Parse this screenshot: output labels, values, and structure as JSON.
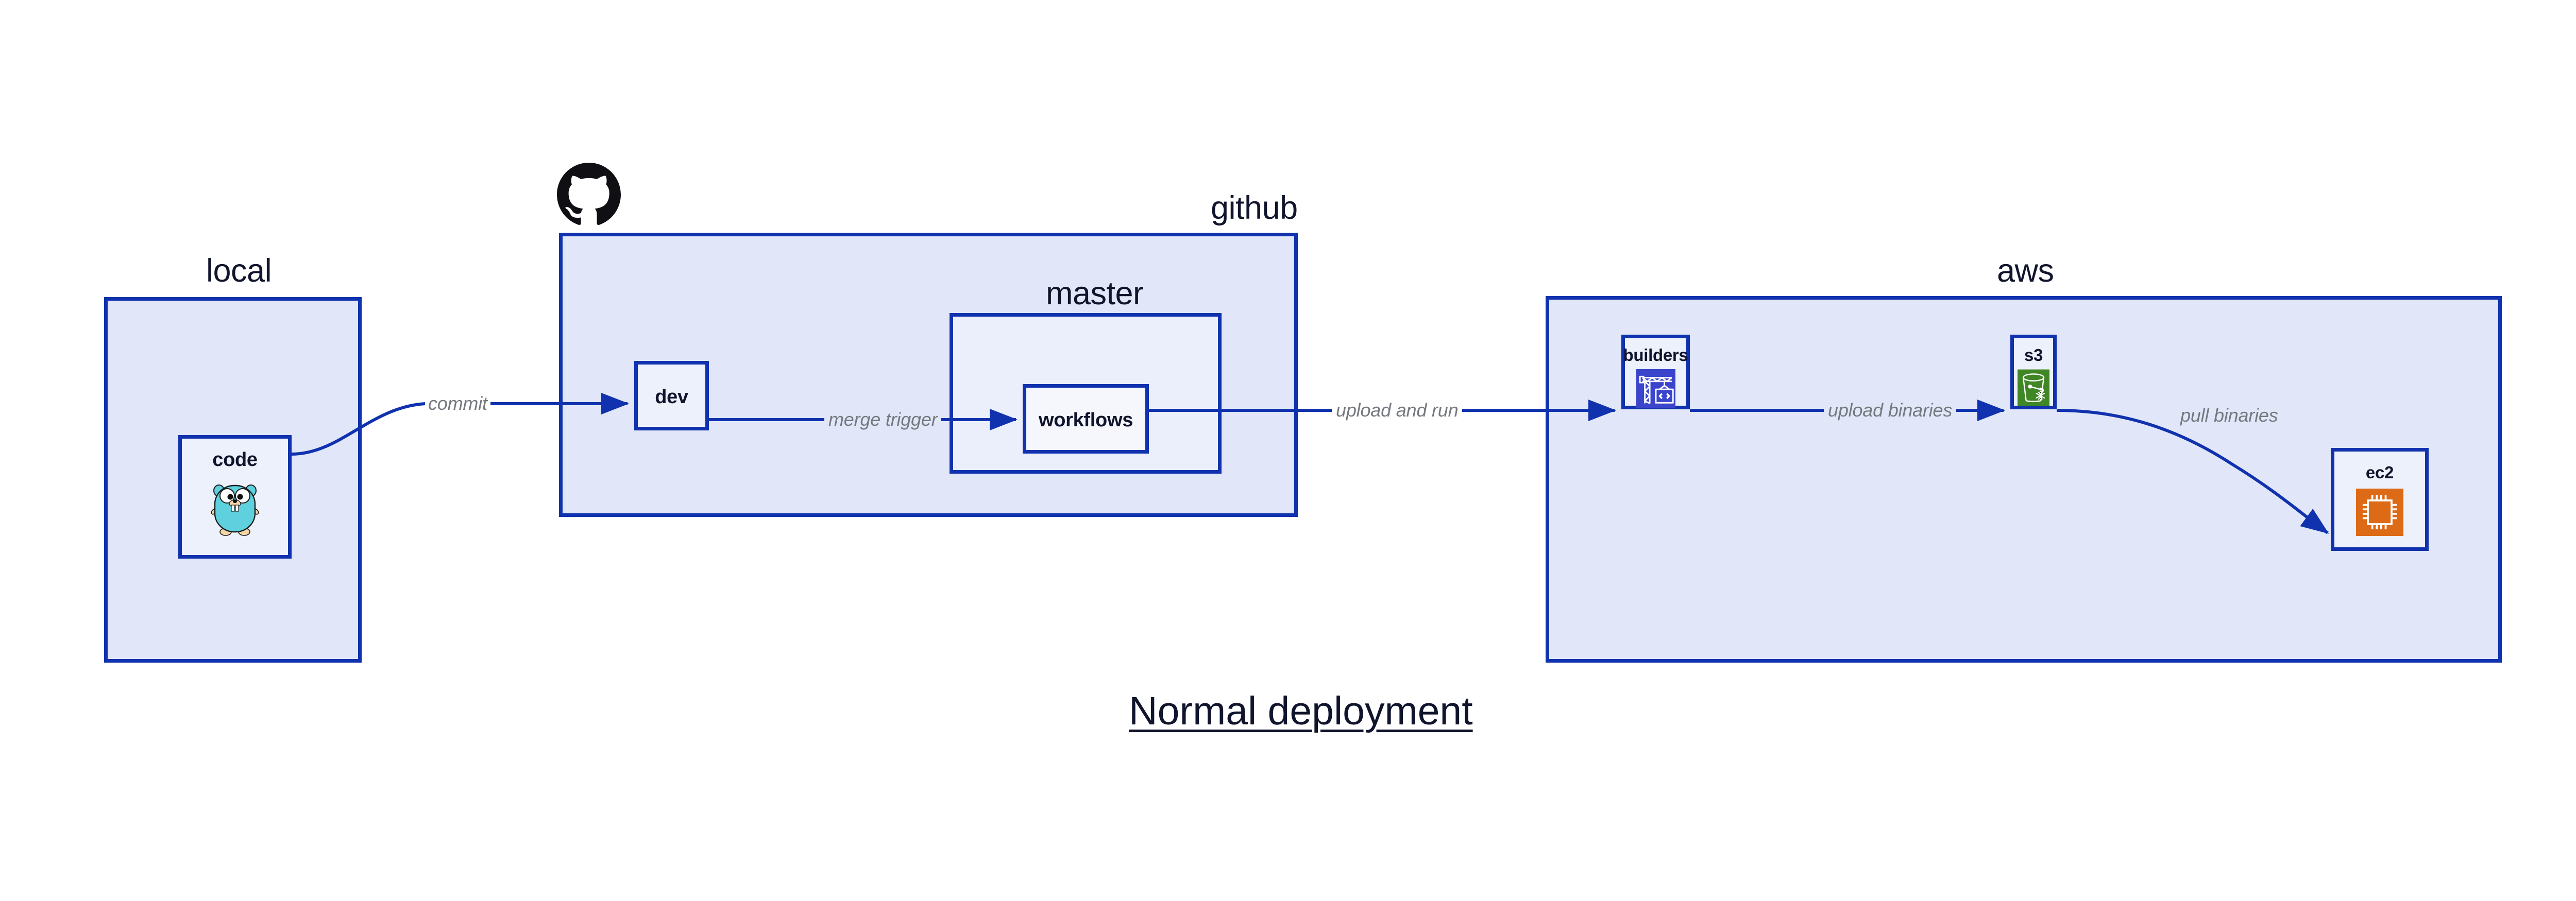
{
  "diagram": {
    "caption": "Normal deployment",
    "colors": {
      "border": "#1132ae",
      "group_fill": "#e1e7f8",
      "node_fill": "#edf1fb",
      "master_fill": "#ebeffb",
      "workflows_fill": "#f5f7fd",
      "edge_label": "#74797f",
      "text": "#10142c",
      "builders_icon_bg": "#3b45cc",
      "s3_icon_bg": "#3f8624",
      "ec2_icon_bg": "#dd6a16",
      "gopher_body": "#5ed0de",
      "github_logo": "#100f14"
    },
    "groups": [
      {
        "id": "local",
        "label": "local"
      },
      {
        "id": "github",
        "label": "github"
      },
      {
        "id": "master",
        "label": "master"
      },
      {
        "id": "aws",
        "label": "aws"
      }
    ],
    "nodes": [
      {
        "id": "code",
        "label": "code",
        "icon": "go-gopher-icon"
      },
      {
        "id": "dev",
        "label": "dev",
        "icon": "none"
      },
      {
        "id": "workflows",
        "label": "workflows",
        "icon": "none"
      },
      {
        "id": "builders",
        "label": "builders",
        "icon": "crane-code-icon"
      },
      {
        "id": "s3",
        "label": "s3",
        "icon": "bucket-snowflake-icon"
      },
      {
        "id": "ec2",
        "label": "ec2",
        "icon": "cpu-chip-icon"
      }
    ],
    "edges": [
      {
        "id": "e1",
        "from": "code",
        "to": "dev",
        "label": "commit"
      },
      {
        "id": "e2",
        "from": "dev",
        "to": "workflows",
        "label": "merge trigger"
      },
      {
        "id": "e3",
        "from": "workflows",
        "to": "builders",
        "label": "upload and run"
      },
      {
        "id": "e4",
        "from": "builders",
        "to": "s3",
        "label": "upload binaries"
      },
      {
        "id": "e5",
        "from": "s3",
        "to": "ec2",
        "label": "pull binaries"
      }
    ],
    "logos": [
      {
        "id": "github-logo",
        "name": "github-octocat-logo"
      }
    ]
  }
}
